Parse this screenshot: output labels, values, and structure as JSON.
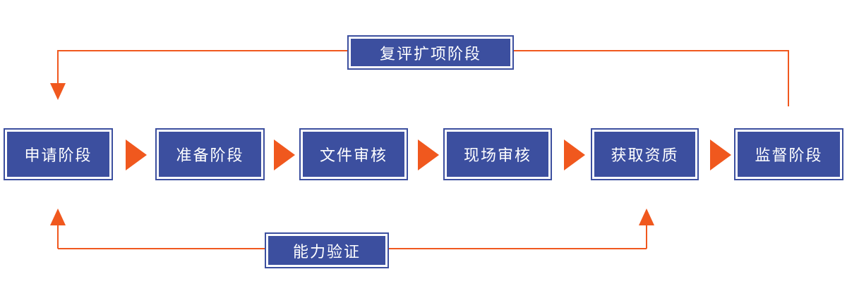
{
  "diagram": {
    "stages": [
      {
        "label": "申请阶段"
      },
      {
        "label": "准备阶段"
      },
      {
        "label": "文件审核"
      },
      {
        "label": "现场审核"
      },
      {
        "label": "获取资质"
      },
      {
        "label": "监督阶段"
      }
    ],
    "loops": {
      "top_label": "复评扩项阶段",
      "bottom_label": "能力验证"
    },
    "colors": {
      "box_blue": "#3c4f9f",
      "arrow_orange": "#f0581e",
      "text_white": "#ffffff",
      "background": "#ffffff"
    }
  }
}
